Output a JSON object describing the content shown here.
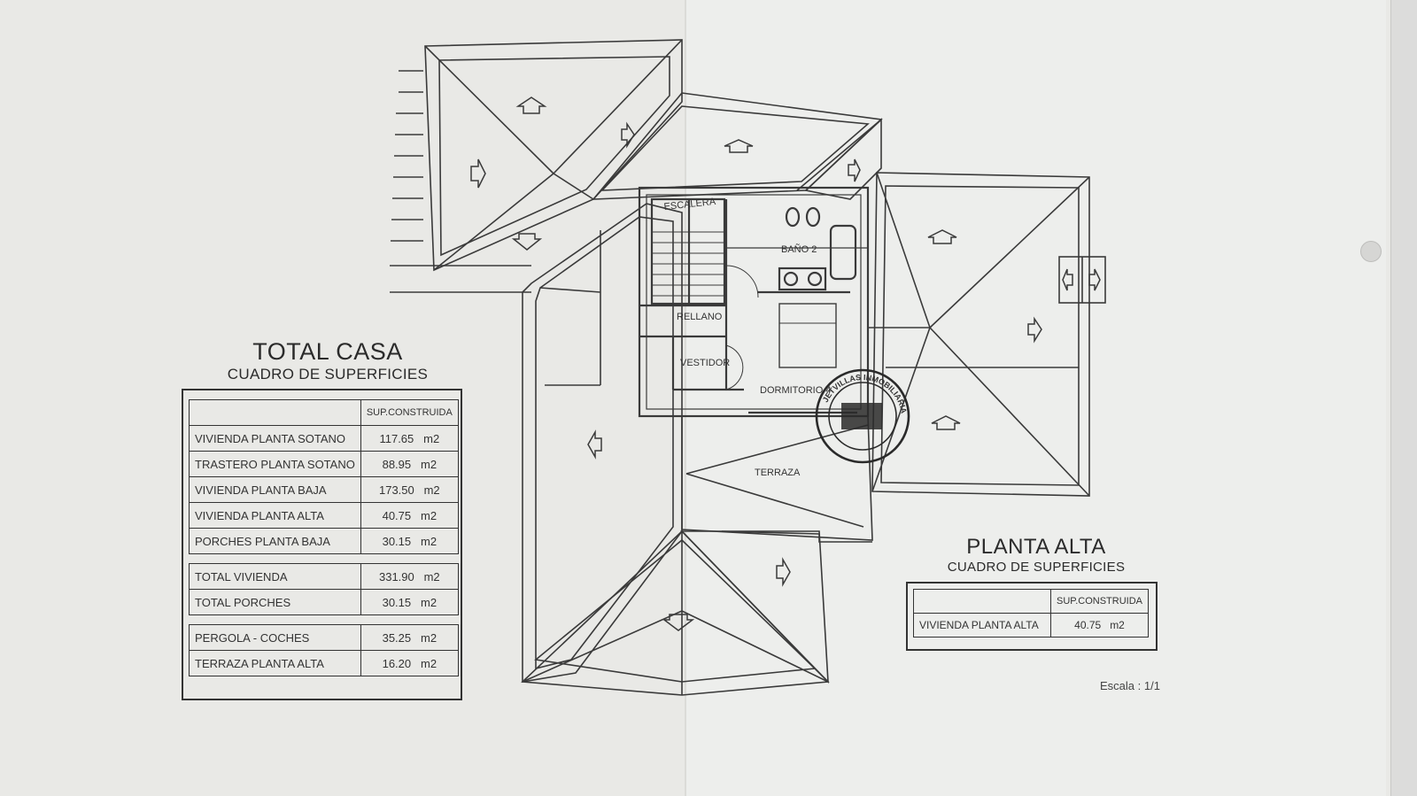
{
  "total_casa": {
    "title": "TOTAL CASA",
    "subtitle": "CUADRO DE SUPERFICIES",
    "column_header": "SUP.CONSTRUIDA",
    "rows": [
      {
        "label": "VIVIENDA PLANTA SOTANO",
        "value": "117.65",
        "unit": "m2"
      },
      {
        "label": "TRASTERO PLANTA SOTANO",
        "value": "88.95",
        "unit": "m2"
      },
      {
        "label": "VIVIENDA PLANTA BAJA",
        "value": "173.50",
        "unit": "m2"
      },
      {
        "label": "VIVIENDA PLANTA ALTA",
        "value": "40.75",
        "unit": "m2"
      },
      {
        "label": "PORCHES PLANTA BAJA",
        "value": "30.15",
        "unit": "m2"
      }
    ],
    "totals": [
      {
        "label": "TOTAL VIVIENDA",
        "value": "331.90",
        "unit": "m2"
      },
      {
        "label": "TOTAL PORCHES",
        "value": "30.15",
        "unit": "m2"
      }
    ],
    "extras": [
      {
        "label": "PERGOLA - COCHES",
        "value": "35.25",
        "unit": "m2"
      },
      {
        "label": "TERRAZA PLANTA ALTA",
        "value": "16.20",
        "unit": "m2"
      }
    ]
  },
  "planta_alta": {
    "title": "PLANTA ALTA",
    "subtitle": "CUADRO DE SUPERFICIES",
    "column_header": "SUP.CONSTRUIDA",
    "rows": [
      {
        "label": "VIVIENDA PLANTA ALTA",
        "value": "40.75",
        "unit": "m2"
      }
    ]
  },
  "rooms": {
    "escalera": "ESCALERA",
    "bano": "BAÑO 2",
    "rellano": "RELLANO",
    "vestidor": "VESTIDOR",
    "dormitorio": "DORMITORIO 4",
    "terraza": "TERRAZA"
  },
  "scale_text": "Escala : 1/1",
  "stamp": {
    "text": "JETVILLAS INMOBILIARIA",
    "ink_color": "#2a2a2a"
  },
  "colors": {
    "paper": "#e9e9e6",
    "ink": "#333333"
  }
}
